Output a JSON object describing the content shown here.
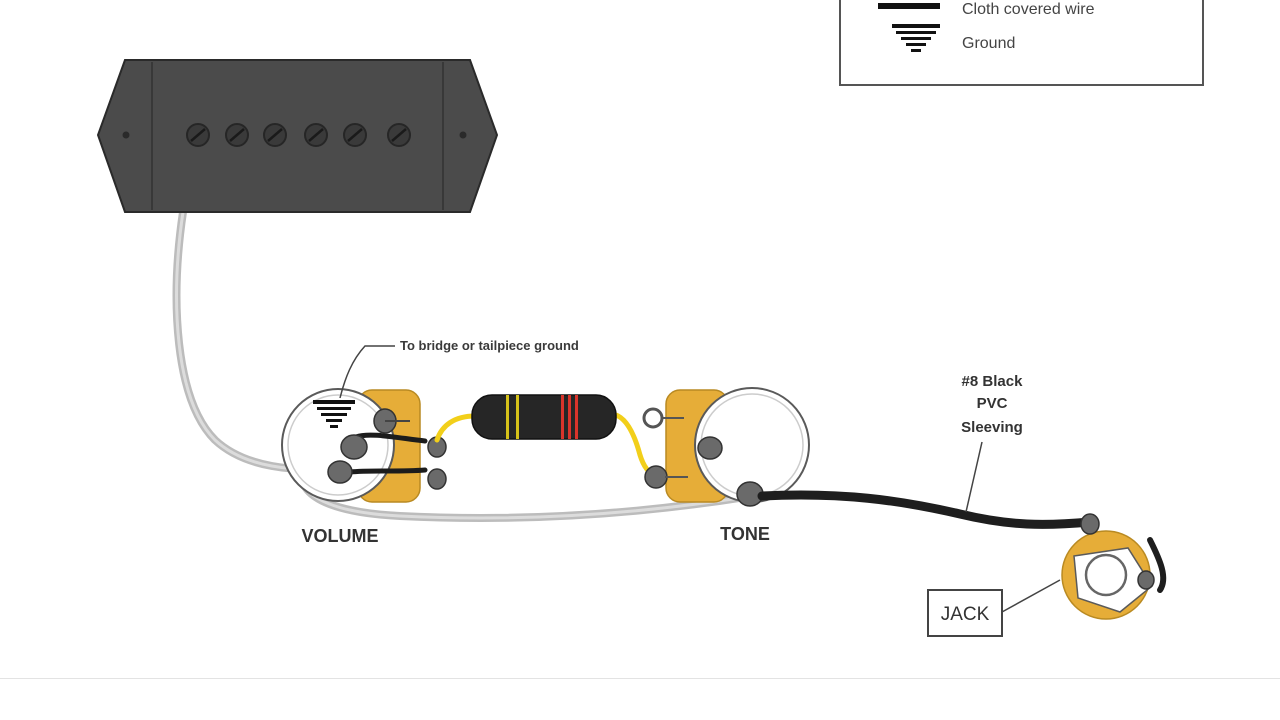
{
  "legend": {
    "cloth_wire_label": "Cloth covered wire",
    "ground_label": "Ground"
  },
  "annotations": {
    "bridge_ground": "To bridge or tailpiece ground",
    "sleeving_line1": "#8 Black",
    "sleeving_line2": "PVC",
    "sleeving_line3": "Sleeving"
  },
  "labels": {
    "volume": "VOLUME",
    "tone": "TONE",
    "jack": "JACK"
  },
  "colors": {
    "pickup_body": "#4a4a4a",
    "pot_lug_gold": "#e6ad38",
    "wire_gray": "#c4c4c4",
    "wire_yellow": "#f2cf1a",
    "wire_black": "#1e1e1e",
    "capacitor_body": "#262626",
    "capacitor_band_red": "#d9342b",
    "capacitor_band_yellow": "#d6c21a"
  }
}
